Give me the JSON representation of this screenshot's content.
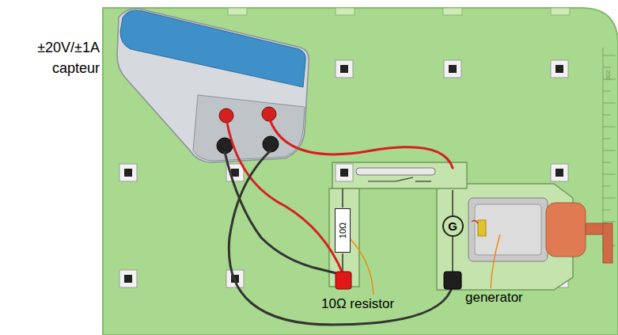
{
  "diagram": {
    "nodes": [
      {
        "text": [
          "10Ω"
        ]
      },
      {
        "text": [
          "G"
        ]
      }
    ],
    "labels": [
      "±20V/±1A",
      "capteur",
      "10Ω resistor",
      "generator",
      "200"
    ]
  }
}
